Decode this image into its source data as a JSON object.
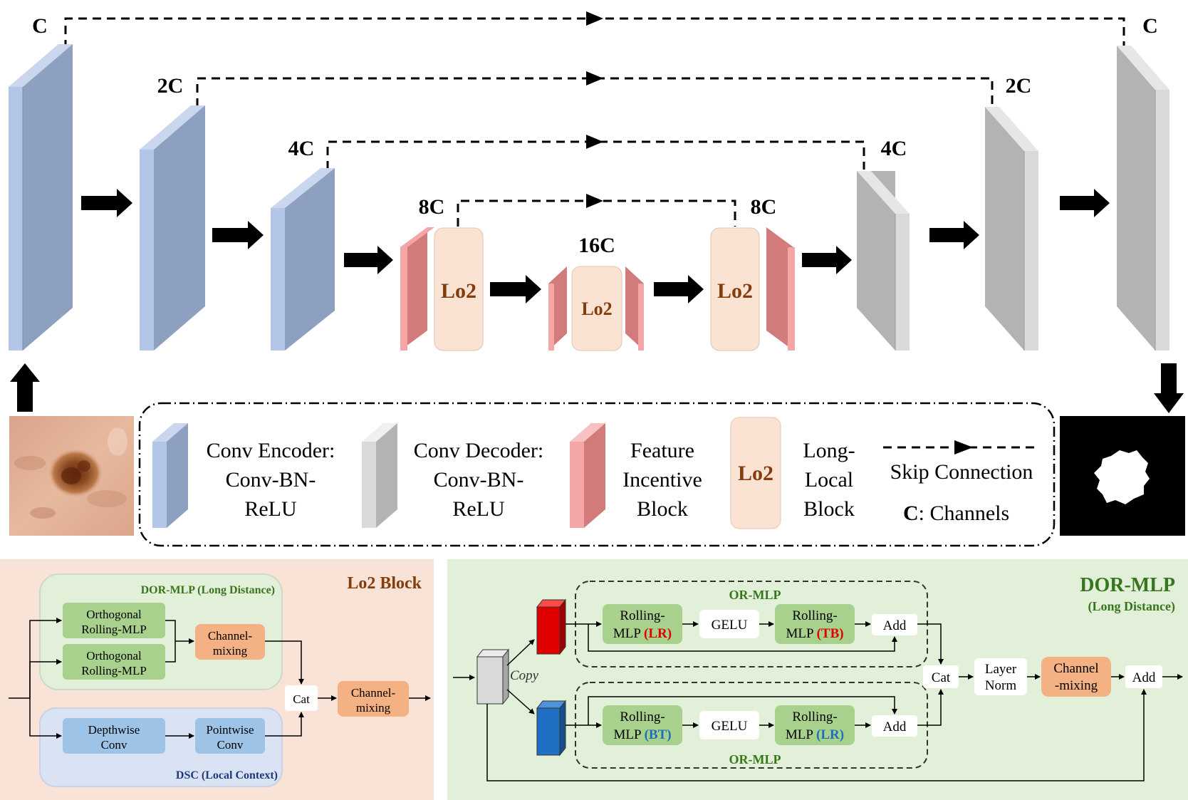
{
  "colors": {
    "encoder_front": "#b4c6e7",
    "encoder_side": "#8ea0c0",
    "encoder_top": "#c9d6ee",
    "decoder_front": "#d9d9d9",
    "decoder_side": "#b3b3b3",
    "decoder_top": "#e6e6e6",
    "fib_front": "#f4a6a6",
    "fib_side": "#d27b7b",
    "lo2_fill": "#fbe3d3",
    "lo2_text": "#843c0c",
    "lo2_panel_bg": "#f9e3d6",
    "dor_panel_bg": "#e2efd9",
    "green_box": "#a9d18e",
    "blue_box": "#9dc3e6",
    "orange_box": "#f4b183",
    "dark_green_text": "#38761d",
    "red_text": "#e00000",
    "blue_text": "#1f6fb8"
  },
  "unet": {
    "channel_labels": {
      "enc1": "C",
      "enc2": "2C",
      "enc3": "4C",
      "enc4": "8C",
      "bottleneck": "16C",
      "dec4": "8C",
      "dec3": "4C",
      "dec2": "2C",
      "dec1": "C"
    },
    "lo2_label": "Lo2"
  },
  "legend": {
    "encoder": [
      "Conv Encoder:",
      "Conv-BN-",
      "ReLU"
    ],
    "decoder": [
      "Conv Decoder:",
      "Conv-BN-",
      "ReLU"
    ],
    "fib": [
      "Feature",
      "Incentive",
      "Block"
    ],
    "lo2_icon_label": "Lo2",
    "lo2": [
      "Long-",
      "Local",
      "Block"
    ],
    "skip": "Skip Connection",
    "channels_key": "C",
    "channels_rest": ": Channels"
  },
  "lo2_block": {
    "title": "Lo2 Block",
    "dor_label": "DOR-MLP (Long Distance)",
    "orth1": [
      "Orthogonal",
      "Rolling-MLP"
    ],
    "orth2": [
      "Orthogonal",
      "Rolling-MLP"
    ],
    "channel_mixing_1": [
      "Channel-",
      "mixing"
    ],
    "dsc_label": "DSC (Local Context)",
    "depthwise": [
      "Depthwise",
      "Conv"
    ],
    "pointwise": [
      "Pointwise",
      "Conv"
    ],
    "cat": "Cat",
    "channel_mixing_2": [
      "Channel-",
      "mixing"
    ]
  },
  "dor_mlp": {
    "title": "DOR-MLP",
    "subtitle": "(Long Distance)",
    "copy": "Copy",
    "or_mlp_top": "OR-MLP",
    "or_mlp_bottom": "OR-MLP",
    "rolling": "Rolling-",
    "mlp": "MLP ",
    "lr": "(LR)",
    "tb": "(TB)",
    "bt": "(BT)",
    "lr2": "(LR)",
    "gelu": "GELU",
    "add": "Add",
    "cat": "Cat",
    "layer_norm": [
      "Layer",
      "Norm"
    ],
    "channel_mixing": [
      "Channel",
      "-mixing"
    ]
  }
}
